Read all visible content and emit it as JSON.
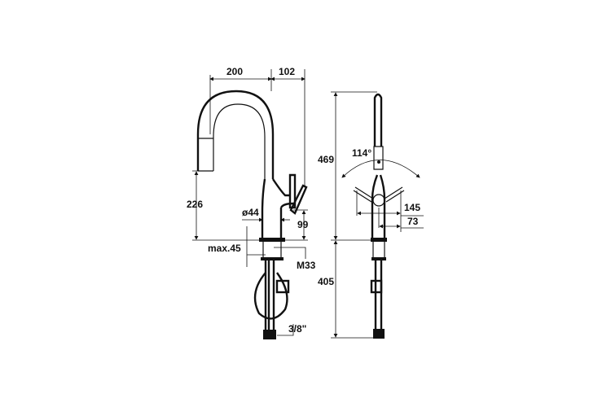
{
  "diagram": {
    "front_view": {
      "spout_reach": "200",
      "lever_offset": "102",
      "spout_height": "226",
      "body_diameter": "ø44",
      "lever_height": "99",
      "max_thickness": "max.45",
      "thread": "M33",
      "connection": "3/8\""
    },
    "side_view": {
      "total_height": "469",
      "swivel_angle": "114°",
      "swivel_width": "145",
      "half_width": "73",
      "hose_length": "405"
    }
  }
}
